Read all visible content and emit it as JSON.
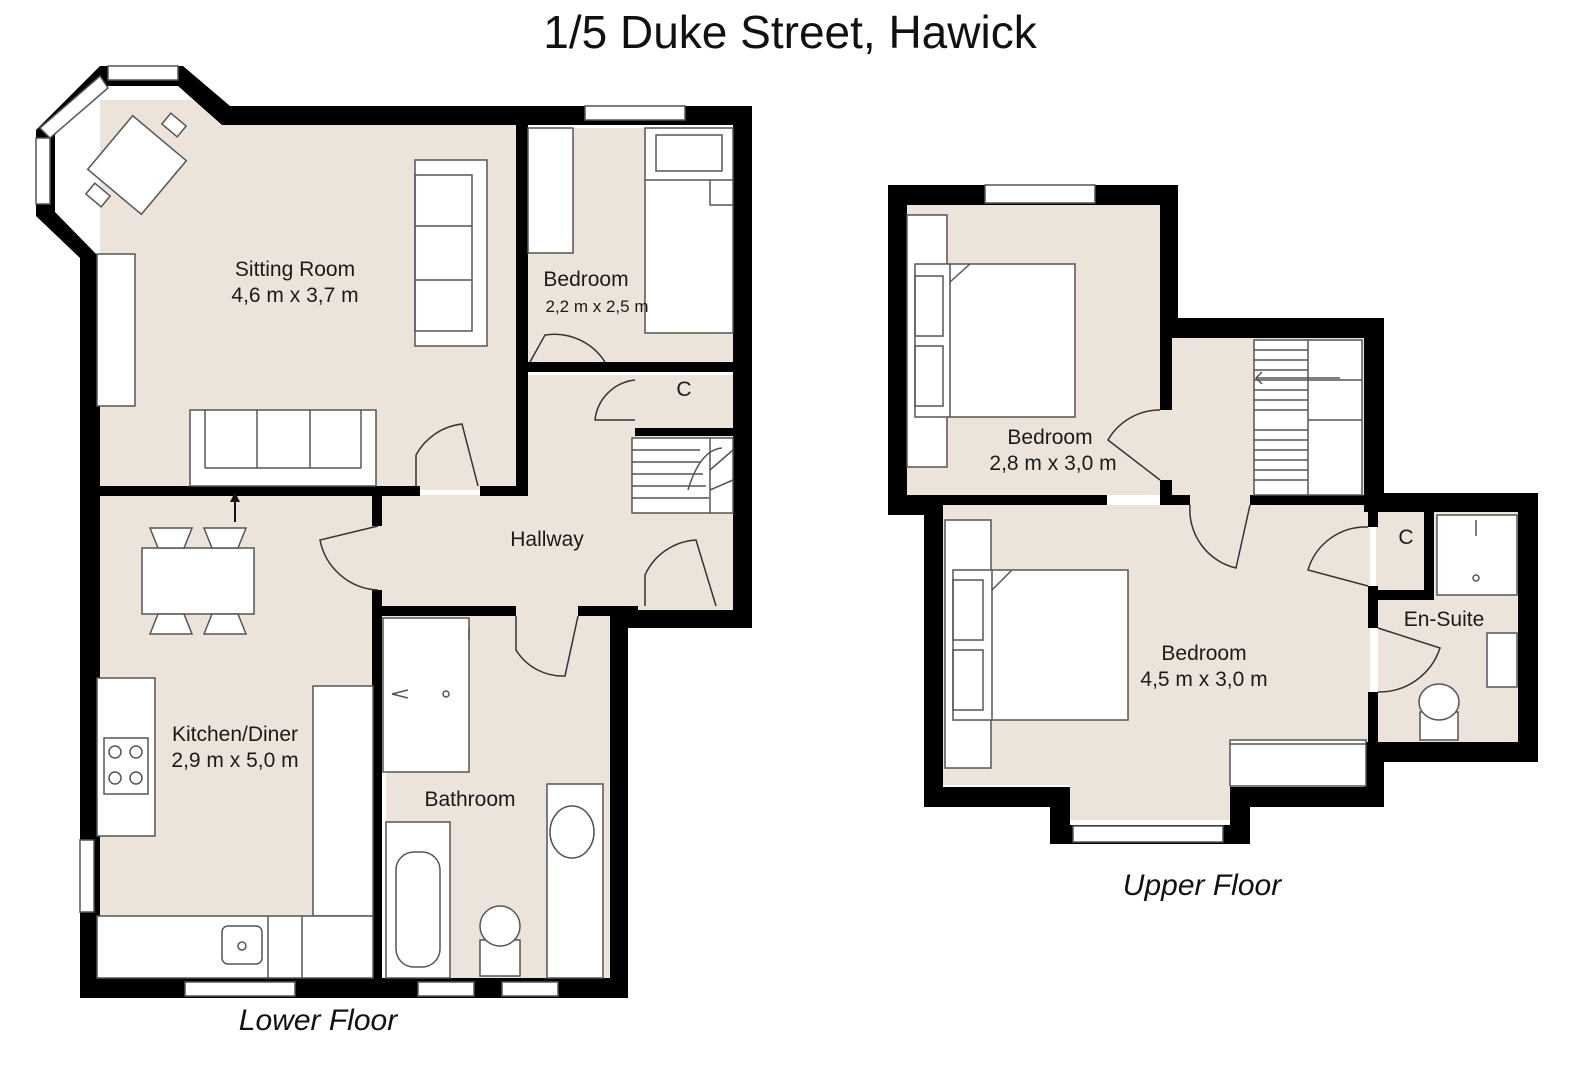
{
  "title": "1/5 Duke Street, Hawick",
  "floors": {
    "lower": {
      "label": "Lower Floor",
      "rooms": {
        "sitting_room": {
          "name": "Sitting Room",
          "dims": "4,6 m x 3,7 m"
        },
        "bedroom": {
          "name": "Bedroom",
          "dims": "2,2 m x 2,5 m"
        },
        "cupboard": {
          "name": "C"
        },
        "hallway": {
          "name": "Hallway"
        },
        "kitchen_diner": {
          "name": "Kitchen/Diner",
          "dims": "2,9 m x 5,0 m"
        },
        "bathroom": {
          "name": "Bathroom"
        }
      }
    },
    "upper": {
      "label": "Upper Floor",
      "rooms": {
        "bedroom_front": {
          "name": "Bedroom",
          "dims": "2,8 m x 3,0 m"
        },
        "bedroom_main": {
          "name": "Bedroom",
          "dims": "4,5 m x 3,0 m"
        },
        "cupboard": {
          "name": "C"
        },
        "en_suite": {
          "name": "En-Suite"
        }
      }
    }
  },
  "colors": {
    "floor": "#ece4db",
    "wall": "#000000",
    "background": "#ffffff"
  }
}
